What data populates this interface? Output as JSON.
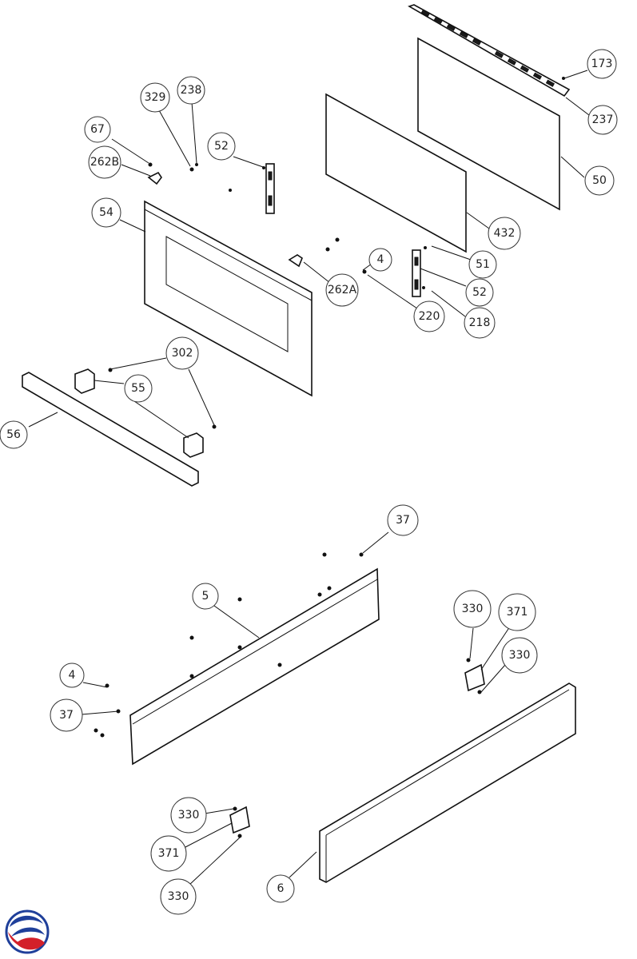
{
  "callouts": [
    {
      "id": "c-173",
      "label": "173"
    },
    {
      "id": "c-237",
      "label": "237"
    },
    {
      "id": "c-50",
      "label": "50"
    },
    {
      "id": "c-432",
      "label": "432"
    },
    {
      "id": "c-51",
      "label": "51"
    },
    {
      "id": "c-52b",
      "label": "52"
    },
    {
      "id": "c-218",
      "label": "218"
    },
    {
      "id": "c-220",
      "label": "220"
    },
    {
      "id": "c-4a",
      "label": "4"
    },
    {
      "id": "c-262a",
      "label": "262A"
    },
    {
      "id": "c-329",
      "label": "329"
    },
    {
      "id": "c-238",
      "label": "238"
    },
    {
      "id": "c-67",
      "label": "67"
    },
    {
      "id": "c-262b",
      "label": "262B"
    },
    {
      "id": "c-52a",
      "label": "52"
    },
    {
      "id": "c-54",
      "label": "54"
    },
    {
      "id": "c-302",
      "label": "302"
    },
    {
      "id": "c-55",
      "label": "55"
    },
    {
      "id": "c-56",
      "label": "56"
    },
    {
      "id": "c-37a",
      "label": "37"
    },
    {
      "id": "c-5",
      "label": "5"
    },
    {
      "id": "c-4b",
      "label": "4"
    },
    {
      "id": "c-37b",
      "label": "37"
    },
    {
      "id": "c-330a",
      "label": "330"
    },
    {
      "id": "c-371a",
      "label": "371"
    },
    {
      "id": "c-330b",
      "label": "330"
    },
    {
      "id": "c-330c",
      "label": "330"
    },
    {
      "id": "c-371b",
      "label": "371"
    },
    {
      "id": "c-330d",
      "label": "330"
    },
    {
      "id": "c-6",
      "label": "6"
    }
  ],
  "logo": {
    "icon": "brand-swirl-logo",
    "colors": [
      "#1f3f9a",
      "#d3202a"
    ]
  }
}
